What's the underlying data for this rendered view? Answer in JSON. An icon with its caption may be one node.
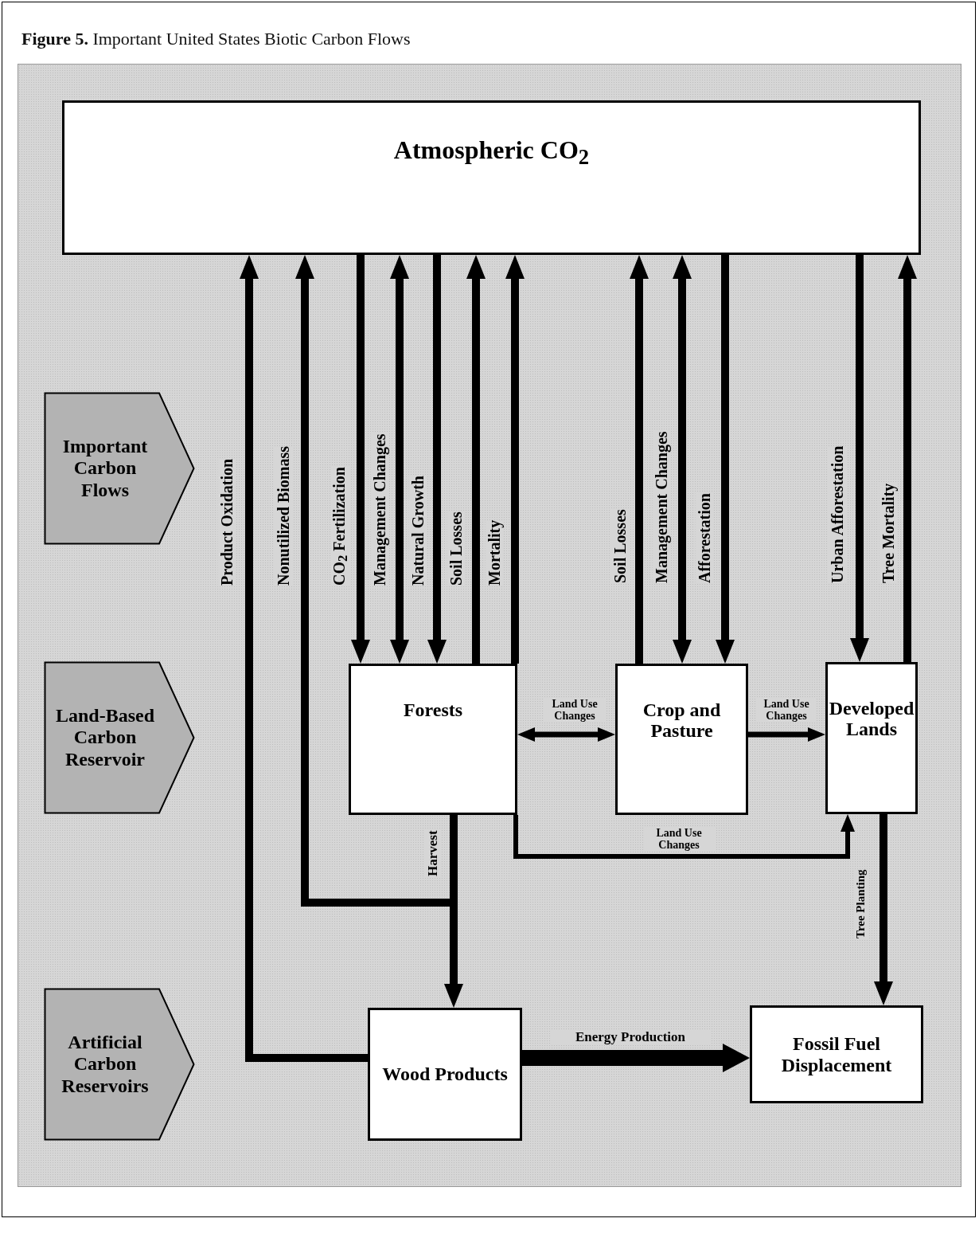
{
  "diagram": {
    "title": "**Figure 5.** Important United States Biotic Carbon Flows",
    "nodes": [
      {
        "text": [
          "Atmospheric CO$_{2}$"
        ]
      },
      {
        "text": [
          "Important Carbon Flows"
        ]
      },
      {
        "text": [
          "Land-Based Carbon Reservoir"
        ]
      },
      {
        "text": [
          "Artificial Carbon Reservoirs"
        ]
      },
      {
        "text": [
          "Forests"
        ]
      },
      {
        "text": [
          "Crop and Pasture"
        ]
      },
      {
        "text": [
          "Developed Lands"
        ]
      },
      {
        "text": [
          "Wood Products"
        ]
      },
      {
        "text": [
          "Fossil Fuel Displacement"
        ]
      }
    ],
    "edges": [
      {
        "from": 7,
        "to": 0,
        "arrow": "to",
        "label": "Product Oxidation"
      },
      {
        "from": 4,
        "to": 0,
        "arrow": "to",
        "label": "Nonutilized Biomass"
      },
      {
        "from": 0,
        "to": 4,
        "arrow": "to",
        "label": "CO$_{2}$ Fertilization"
      },
      {
        "from": 0,
        "to": 4,
        "arrow": "both",
        "label": "Management Changes"
      },
      {
        "from": 0,
        "to": 4,
        "arrow": "to",
        "label": "Natural Growth"
      },
      {
        "from": 4,
        "to": 0,
        "arrow": "to",
        "label": "Soil Losses"
      },
      {
        "from": 4,
        "to": 0,
        "arrow": "to",
        "label": "Mortality"
      },
      {
        "from": 5,
        "to": 0,
        "arrow": "to",
        "label": "Soil Losses"
      },
      {
        "from": 0,
        "to": 5,
        "arrow": "both",
        "label": "Management Changes"
      },
      {
        "from": 0,
        "to": 5,
        "arrow": "to",
        "label": "Afforestation"
      },
      {
        "from": 0,
        "to": 6,
        "arrow": "to",
        "label": "Urban Afforestation"
      },
      {
        "from": 6,
        "to": 0,
        "arrow": "to",
        "label": "Tree Mortality"
      },
      {
        "from": 4,
        "to": 5,
        "arrow": "both",
        "label": "Land Use Changes"
      },
      {
        "from": 5,
        "to": 6,
        "arrow": "to",
        "label": "Land Use Changes"
      },
      {
        "from": 4,
        "to": 6,
        "arrow": "to",
        "label": "Land Use Changes"
      },
      {
        "from": 4,
        "to": 7,
        "arrow": "to",
        "label": "Harvest"
      },
      {
        "from": 6,
        "to": 8,
        "arrow": "to",
        "label": "Tree Planting"
      },
      {
        "from": 7,
        "to": 8,
        "arrow": "to",
        "label": "Energy Production",
        "style": "thick"
      }
    ]
  }
}
